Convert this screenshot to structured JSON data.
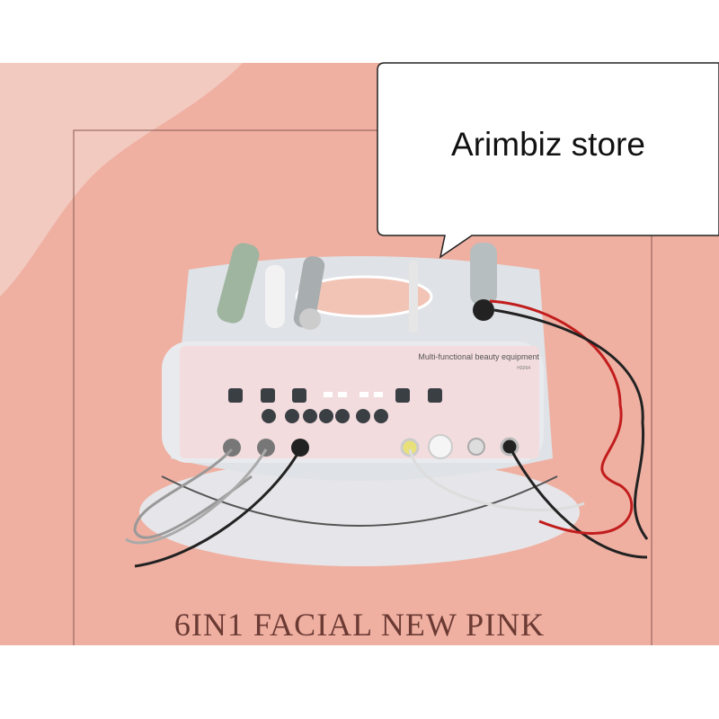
{
  "bubble": {
    "text": "Arimbiz store"
  },
  "device": {
    "panel_label": "Multi-functional beauty equipment",
    "model": "H3264"
  },
  "caption": {
    "title": "6IN1 FACIAL NEW PINK"
  },
  "colors": {
    "background": "#efb0a2",
    "wave": "#f2c9bf",
    "title": "#6b3a33",
    "bubble": "#ffffff"
  }
}
